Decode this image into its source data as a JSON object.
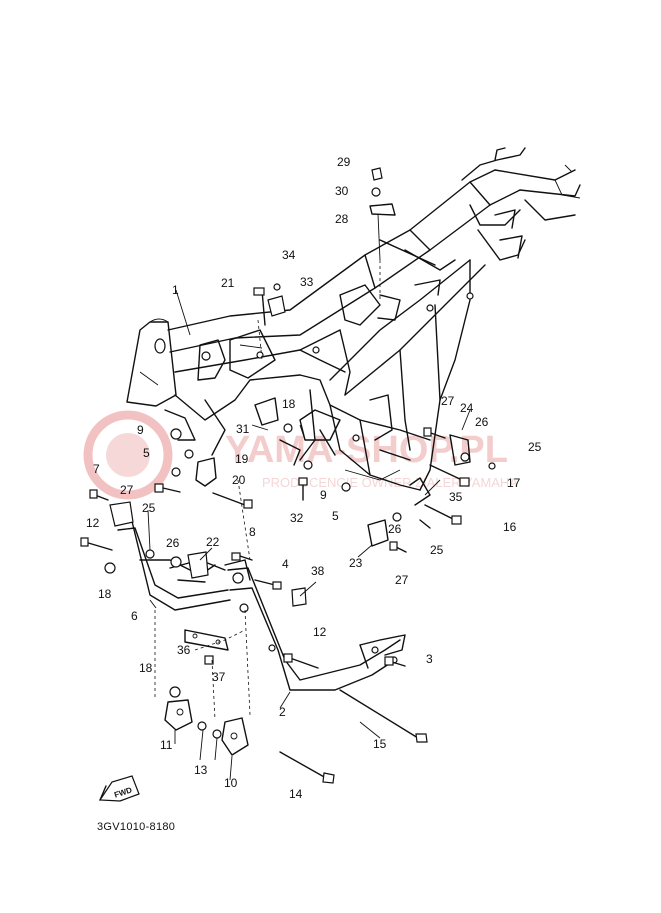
{
  "diagram_code": "3GV1010-8180",
  "direction_badge": "FWD",
  "watermark": {
    "main": "YAMA-SHOP.PL",
    "sub": "PRODUCENCIE OWNER ZIALER YAMAHA"
  },
  "callouts": [
    "1",
    "2",
    "3",
    "4",
    "5",
    "5",
    "6",
    "7",
    "8",
    "9",
    "9",
    "10",
    "11",
    "12",
    "12",
    "13",
    "14",
    "15",
    "16",
    "17",
    "18",
    "18",
    "18",
    "19",
    "20",
    "21",
    "22",
    "23",
    "24",
    "25",
    "25",
    "25",
    "26",
    "26",
    "26",
    "27",
    "27",
    "27",
    "28",
    "29",
    "30",
    "31",
    "32",
    "33",
    "34",
    "35",
    "36",
    "37",
    "38"
  ]
}
